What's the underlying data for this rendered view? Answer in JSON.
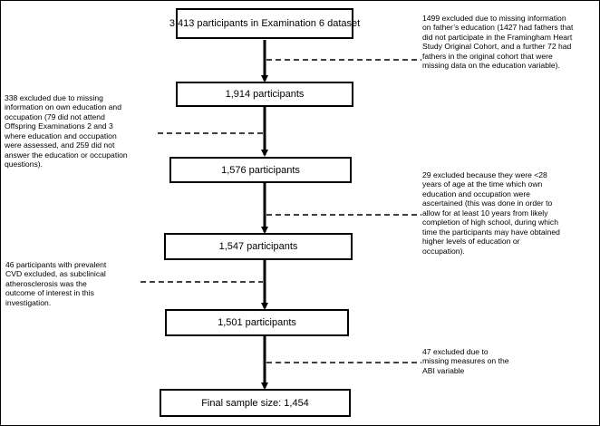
{
  "flowchart": {
    "boxes": [
      "3,413 participants in Examination 6 dataset",
      "1,914 participants",
      "1,576 participants",
      "1,547 participants",
      "1,501 participants",
      "Final sample size: 1,454"
    ],
    "exclusions": [
      "1499 excluded due to missing information\non father’s education (1427 had fathers that\ndid not participate in the Framingham Heart\nStudy Original Cohort, and a further 72 had\nfathers in the original cohort that were\nmissing data on the education variable).",
      "338 excluded due to missing\ninformation on own education and\noccupation (79 did not attend\nOffspring Examinations 2 and 3\nwhere education and occupation\nwere assessed, and 259 did not\nanswer the education or occupation\nquestions).",
      "29 excluded because they were <28\nyears of age at the time which own\neducation and occupation were\nascertained (this was done in order to\nallow for at least 10 years from likely\ncompletion of high school, during which\ntime the participants may have obtained\nhigher levels of education or\noccupation).",
      "46 participants with prevalent\nCVD excluded, as subclinical\natherosclerosis  was the\noutcome of interest in this\ninvestigation.",
      "47 excluded due to\nmissing measures on the\nABI variable"
    ]
  }
}
